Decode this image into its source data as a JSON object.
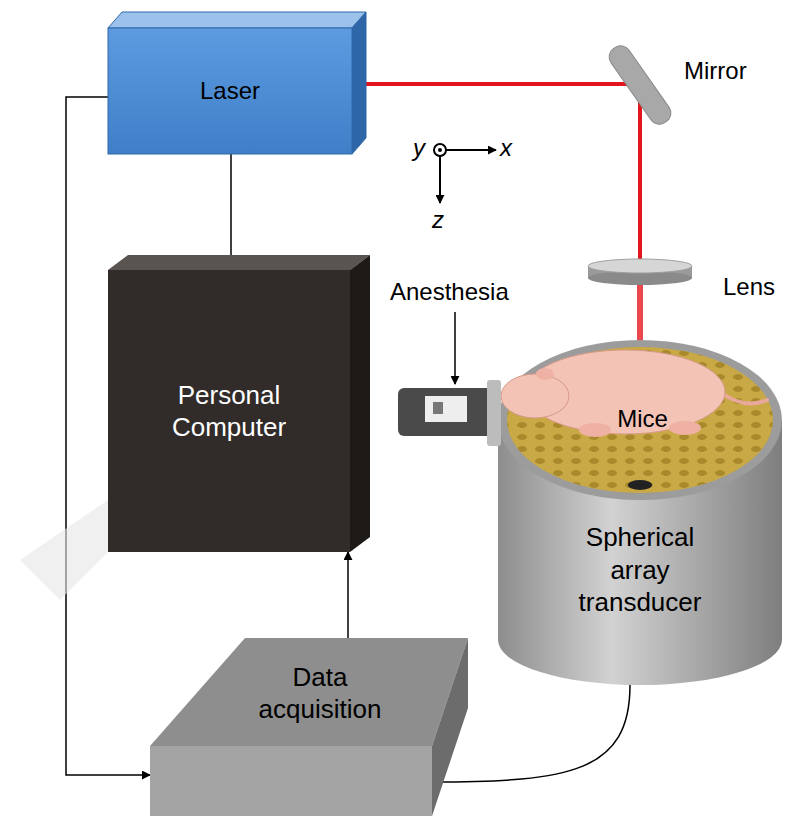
{
  "diagram": {
    "nodes": [
      {
        "text": [
          "Laser"
        ]
      },
      {
        "text": [
          "Mirror"
        ]
      },
      {
        "text": [
          "Personal Computer"
        ]
      },
      {
        "text": [
          "Lens"
        ]
      },
      {
        "text": [
          "Mice"
        ]
      },
      {
        "text": [
          "Spherical array transducer"
        ]
      },
      {
        "text": [
          "Data acquisition"
        ]
      }
    ],
    "edges": [
      {
        "from": 0,
        "to": 1,
        "arrow": "none"
      },
      {
        "from": 1,
        "to": 3,
        "arrow": "none"
      },
      {
        "from": 3,
        "to": 4,
        "arrow": "none"
      },
      {
        "from": 0,
        "to": 2,
        "arrow": "to"
      },
      {
        "from": 0,
        "to": 6,
        "arrow": "to"
      },
      {
        "from": 6,
        "to": 2,
        "arrow": "to"
      },
      {
        "from": 5,
        "to": 6,
        "arrow": "to"
      }
    ],
    "labels": [
      "y",
      "x",
      "z",
      "Anesthesia"
    ]
  }
}
